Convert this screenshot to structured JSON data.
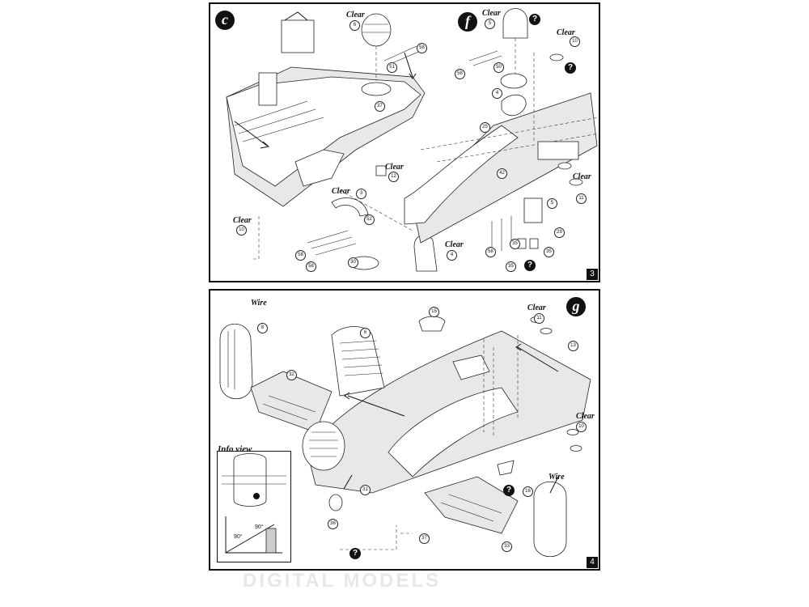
{
  "panel_top": {
    "step": "c",
    "step2": "f",
    "page_number": "3",
    "labels": {
      "clear": "Clear"
    },
    "parts": [
      "6",
      "58",
      "51",
      "37",
      "5",
      "58",
      "50",
      "4",
      "10",
      "10",
      "25",
      "12",
      "3",
      "52",
      "58",
      "58",
      "30",
      "4",
      "35",
      "58",
      "35",
      "35",
      "5",
      "11",
      "29",
      "42"
    ],
    "qmarks": [
      "?",
      "?",
      "?"
    ]
  },
  "panel_bottom": {
    "step": "g",
    "page_number": "4",
    "labels": {
      "wire": "Wire",
      "clear": "Clear",
      "info_view": "Info view"
    },
    "parts": [
      "8",
      "6",
      "32",
      "15",
      "11",
      "13",
      "10",
      "16",
      "31",
      "36",
      "37",
      "33"
    ],
    "qmarks": [
      "?",
      "?"
    ],
    "angles": [
      "90°",
      "90°"
    ]
  },
  "watermark": "DIGITAL MODELS"
}
